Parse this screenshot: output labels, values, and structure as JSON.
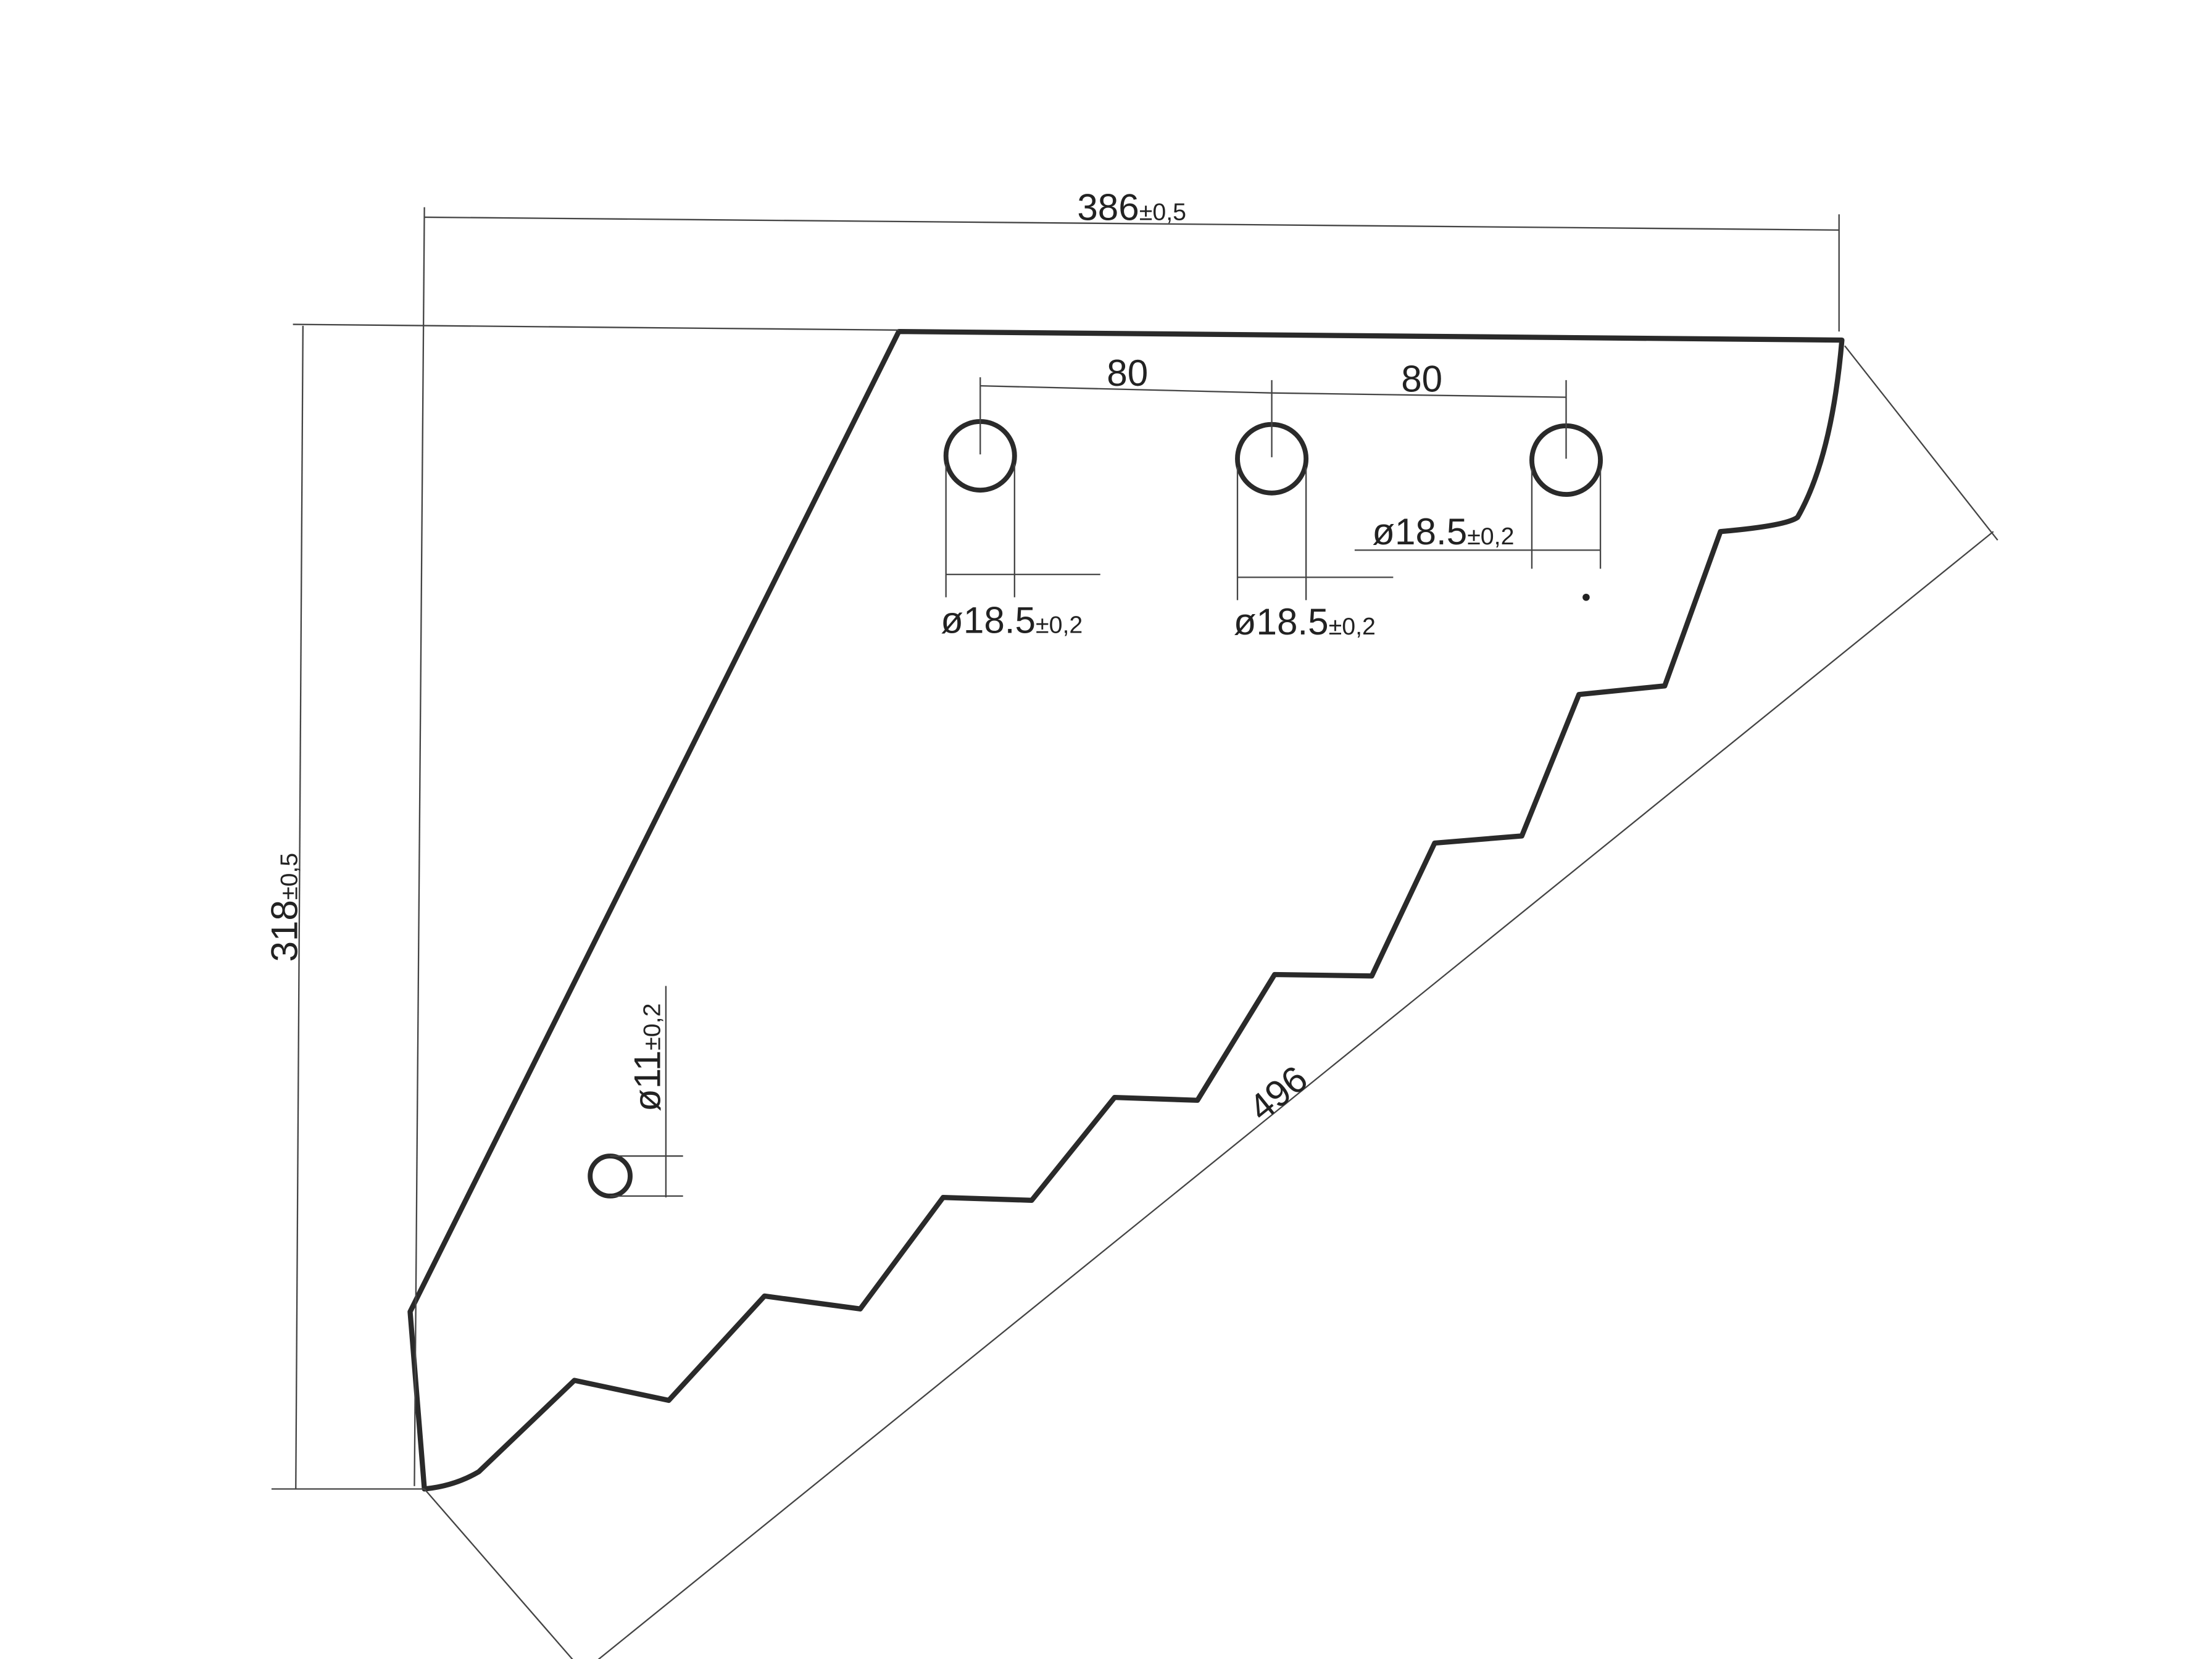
{
  "dimensions": {
    "overall_width": {
      "value": "386",
      "tolerance": "±0,5"
    },
    "overall_height": {
      "value": "318",
      "tolerance": "±0,5"
    },
    "diagonal_length": {
      "value": "496"
    },
    "hole_spacing_1": {
      "value": "80"
    },
    "hole_spacing_2": {
      "value": "80"
    },
    "hole_1_diameter": {
      "value": "ø18.5",
      "tolerance": "±0,2"
    },
    "hole_2_diameter": {
      "value": "ø18.5",
      "tolerance": "±0,2"
    },
    "hole_3_diameter": {
      "value": "ø18.5",
      "tolerance": "±0,2"
    },
    "small_hole_diameter": {
      "value": "ø11",
      "tolerance": "±0,2"
    }
  },
  "colors": {
    "line": "#2a2a2a",
    "dimension": "#444444",
    "background": "#ffffff"
  }
}
